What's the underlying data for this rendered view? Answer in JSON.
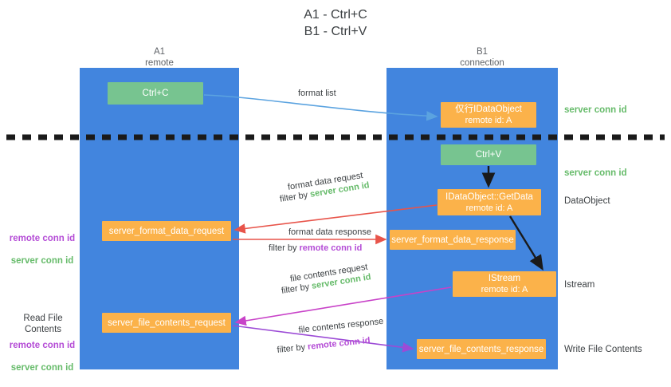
{
  "title": "A1 - Ctrl+C\nB1 - Ctrl+V",
  "columns": {
    "left": {
      "name": "A1",
      "role": "remote",
      "label": "A1\nremote"
    },
    "right": {
      "name": "B1",
      "role": "connection",
      "label": "B1\nconnection"
    }
  },
  "nodes": {
    "ctrl_c": {
      "label": "Ctrl+C",
      "color": "#77c490"
    },
    "idataobject": {
      "title": "仅行IDataObject",
      "sub": "remote id: A",
      "color": "#fbb24a"
    },
    "ctrl_v": {
      "label": "Ctrl+V",
      "color": "#77c490"
    },
    "getdata": {
      "title": "IDataObject::GetData",
      "sub": "remote id: A",
      "color": "#fbb24a"
    },
    "format_data_request": {
      "label": "server_format_data_request",
      "color": "#fbb24a"
    },
    "format_data_response": {
      "label": "server_format_data_response",
      "color": "#fbb24a"
    },
    "istream": {
      "title": "IStream",
      "sub": "remote id: A",
      "color": "#fbb24a"
    },
    "file_contents_request": {
      "label": "server_file_contents_request",
      "color": "#fbb24a"
    },
    "file_contents_response": {
      "label": "server_file_contents_response",
      "color": "#fbb24a"
    }
  },
  "edges": {
    "format_list": {
      "label": "format list"
    },
    "format_data_request": {
      "label": "format data request",
      "filter_prefix": "filter by ",
      "filter_key": "server conn id"
    },
    "format_data_response": {
      "label": "format data response",
      "filter_prefix": "filter by ",
      "filter_key": "remote conn id"
    },
    "file_contents_request": {
      "label": "file contents request",
      "filter_prefix": "filter by ",
      "filter_key": "server conn id"
    },
    "file_contents_response": {
      "label": "file contents response",
      "filter_prefix": "filter by ",
      "filter_key": "remote conn id"
    }
  },
  "annotations": {
    "server_conn_id_top": "server conn id",
    "server_conn_id_mid": "server conn id",
    "dataobject": "DataObject",
    "istream": "Istream",
    "write_file_contents": "Write File Contents",
    "read_file_contents": "Read File Contents",
    "remote_conn_id": "remote conn id",
    "server_conn_id": "server conn id"
  },
  "colors": {
    "lane": "#4285de",
    "green_node": "#77c490",
    "orange_node": "#fbb24a",
    "green_text": "#66bb6a",
    "purple_text": "#b44cd6",
    "blue_arrow": "#5ba3e0",
    "red_arrow": "#e8544a",
    "magenta_arrow": "#c842c8",
    "purple_arrow": "#9c4bd6",
    "black_arrow": "#1a1a1a",
    "divider": "#1a1a1a"
  }
}
